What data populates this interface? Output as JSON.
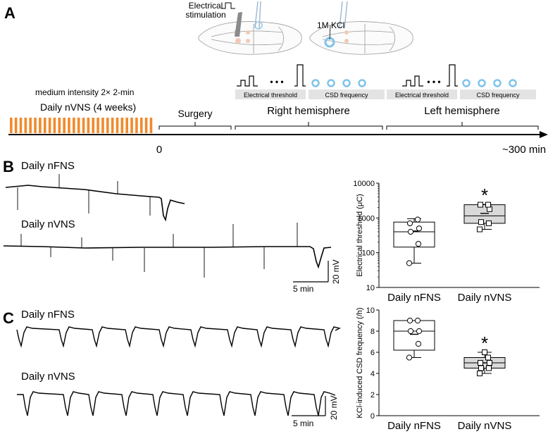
{
  "panels": {
    "a": "A",
    "b": "B",
    "c": "C"
  },
  "schematic": {
    "electrical_stimulation_label": [
      "Electrical",
      "stimulation"
    ],
    "kcl_label": "1M KCl",
    "stimulus_label": "medium intensity  2× 2-min",
    "protocol_label": "Daily nVNS (4 weeks)",
    "surgery_label": "Surgery",
    "right_hemisphere_label": "Right hemisphere",
    "left_hemisphere_label": "Left hemisphere",
    "electrical_threshold_label": "Electrical threshold",
    "csd_frequency_label": "CSD frequency",
    "time_start": "0",
    "time_end": "~300 min",
    "ellipsis": "• • •"
  },
  "traces": {
    "b_top_label": "Daily nFNS",
    "b_bottom_label": "Daily nVNS",
    "c_top_label": "Daily nFNS",
    "c_bottom_label": "Daily nVNS",
    "time_scale": "5 min",
    "voltage_scale": "20 mV"
  },
  "colors": {
    "protocol_bars": "#f08a2c",
    "boxes_nfns": "#ffffff",
    "boxes_nvns": "#d9d9d9",
    "csd_rings": "#7fc4ea",
    "label_bars": "#e3e3e3"
  },
  "chart_data": [
    {
      "type": "box",
      "ylabel": "Electrical threshold (μC)",
      "yscale": "log",
      "ylim": [
        10,
        10000
      ],
      "yticks": [
        "10",
        "100",
        "1000",
        "10000"
      ],
      "categories": [
        "Daily nFNS",
        "Daily nVNS"
      ],
      "significance": [
        "",
        "*"
      ],
      "series": [
        {
          "name": "Daily nFNS",
          "box": {
            "whisker_low": 50,
            "q1": 145,
            "median": 400,
            "q3": 760,
            "whisker_high": 950
          },
          "mean": 420,
          "points": [
            50,
            180,
            400,
            500,
            700,
            900
          ]
        },
        {
          "name": "Daily nVNS",
          "box": {
            "whisker_low": 470,
            "q1": 700,
            "median": 1150,
            "q3": 2400,
            "whisker_high": 2450
          },
          "mean": 1350,
          "points": [
            470,
            700,
            760,
            1800,
            2400,
            2400
          ]
        }
      ]
    },
    {
      "type": "box",
      "ylabel": "KCl-induced CSD frequency (/h)",
      "ylim": [
        0,
        10
      ],
      "yticks": [
        "0",
        "2",
        "4",
        "6",
        "8",
        "10"
      ],
      "categories": [
        "Daily nFNS",
        "Daily nVNS"
      ],
      "significance": [
        "",
        "*"
      ],
      "series": [
        {
          "name": "Daily nFNS",
          "box": {
            "whisker_low": 5.5,
            "q1": 6.2,
            "median": 8.0,
            "q3": 9.0,
            "whisker_high": 9.0
          },
          "mean": 7.7,
          "points": [
            5.5,
            6.8,
            8.0,
            8.0,
            9.0,
            9.0
          ]
        },
        {
          "name": "Daily nVNS",
          "box": {
            "whisker_low": 4.0,
            "q1": 4.5,
            "median": 5.0,
            "q3": 5.5,
            "whisker_high": 6.0
          },
          "mean": 5.0,
          "points": [
            4.0,
            4.5,
            4.5,
            5.0,
            5.0,
            5.5,
            6.0
          ]
        }
      ]
    }
  ]
}
